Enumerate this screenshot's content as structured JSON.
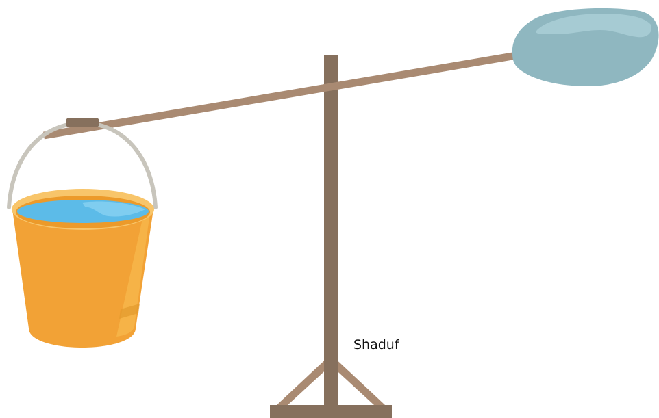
{
  "diagram": {
    "label": "Shaduf",
    "parts": {
      "bucket": "bucket",
      "water": "water",
      "counterweight": "counterweight-stone",
      "lever": "lever-pole",
      "post": "upright-post",
      "base": "base-stand"
    },
    "colors": {
      "wood_dark": "#86705d",
      "wood_light": "#a98a72",
      "bucket": "#f2a236",
      "bucket_rim": "#f8c56a",
      "water": "#5cbbe8",
      "handle": "#c8c5bc",
      "stone": "#8fb7c0",
      "stone_highlight": "#a6cbd3"
    }
  }
}
